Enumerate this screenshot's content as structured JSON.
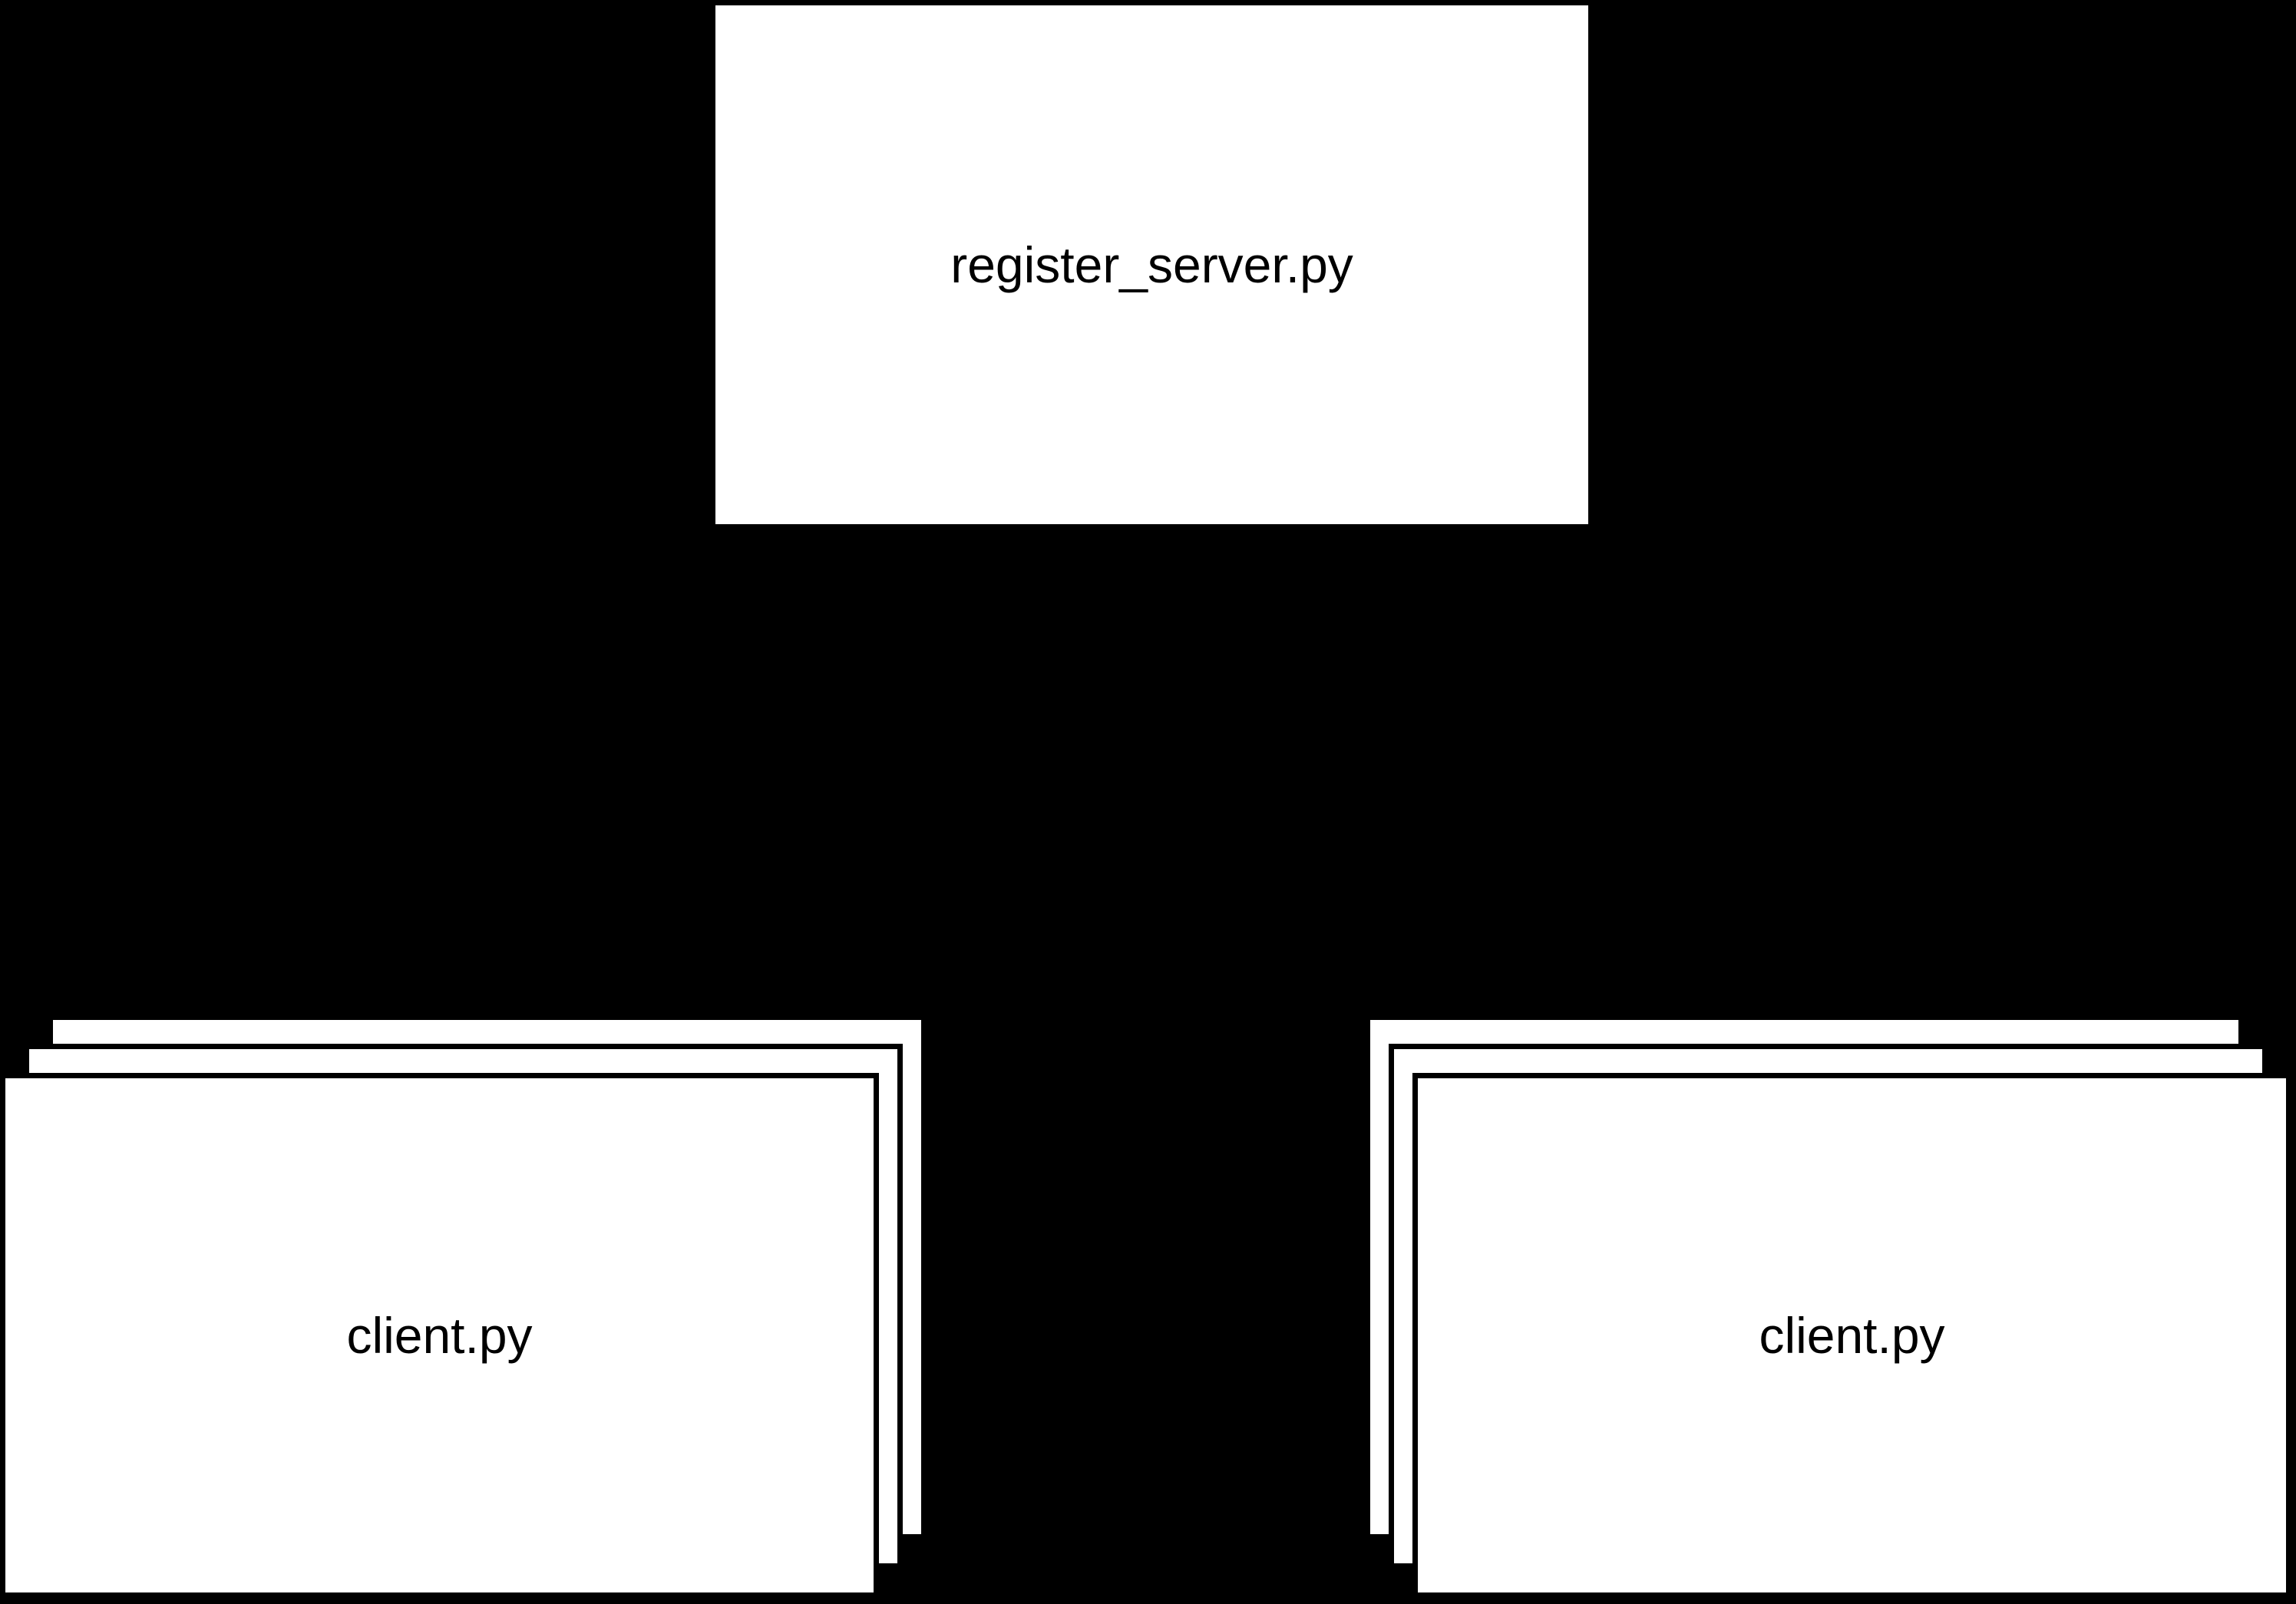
{
  "diagram": {
    "background_color": "#000000",
    "node_fill_color": "#ffffff",
    "node_border_color": "#000000",
    "text_color": "#000000",
    "nodes": {
      "server": {
        "label": "register_server.py"
      },
      "client_left": {
        "label": "client.py"
      },
      "client_right": {
        "label": "client.py"
      }
    }
  }
}
